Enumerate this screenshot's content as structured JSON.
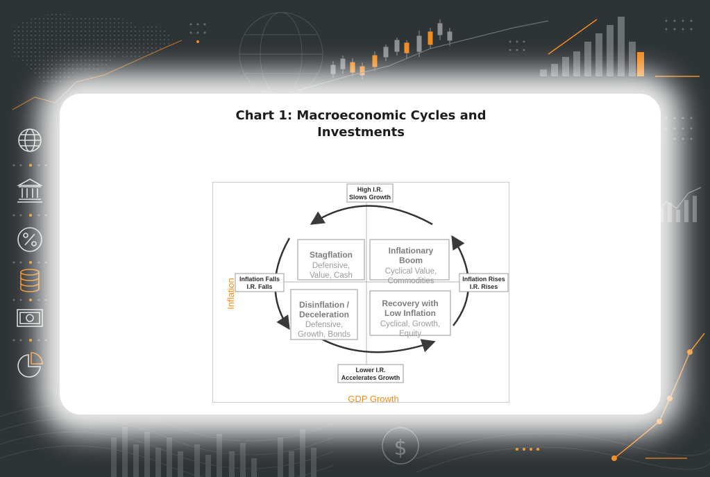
{
  "title_line1": "Chart 1: Macroeconomic Cycles and",
  "title_line2": "Investments",
  "axes": {
    "x_label": "GDP Growth",
    "y_label": "Inflation"
  },
  "edge_labels": {
    "top": [
      "High I.R.",
      "Slows Growth"
    ],
    "bottom": [
      "Lower I.R.",
      "Accelerates Growth"
    ],
    "left": [
      "Inflation Falls",
      "I.R. Falls"
    ],
    "right": [
      "Inflation Rises",
      "I.R. Rises"
    ]
  },
  "quadrants": {
    "top_left": {
      "title": [
        "Stagflation"
      ],
      "assets": [
        "Defensive,",
        "Value, Cash"
      ]
    },
    "top_right": {
      "title": [
        "Inflationary",
        "Boom"
      ],
      "assets": [
        "Cyclical Value,",
        "Commodities"
      ]
    },
    "bottom_left": {
      "title": [
        "Disinflation /",
        "Deceleration"
      ],
      "assets": [
        "Defensive,",
        "Growth, Bonds"
      ]
    },
    "bottom_right": {
      "title": [
        "Recovery with",
        "Low Inflation"
      ],
      "assets": [
        "Cyclical, Growth,",
        "Equity"
      ]
    }
  },
  "side_icons": [
    "globe-icon",
    "bank-icon",
    "percent-icon",
    "coins-icon",
    "banknote-icon",
    "pie-chart-icon"
  ],
  "colors": {
    "accent": "#f08c21",
    "background": "#2e3336",
    "text": "#1c1c1c",
    "muted": "#9a9a9a"
  }
}
